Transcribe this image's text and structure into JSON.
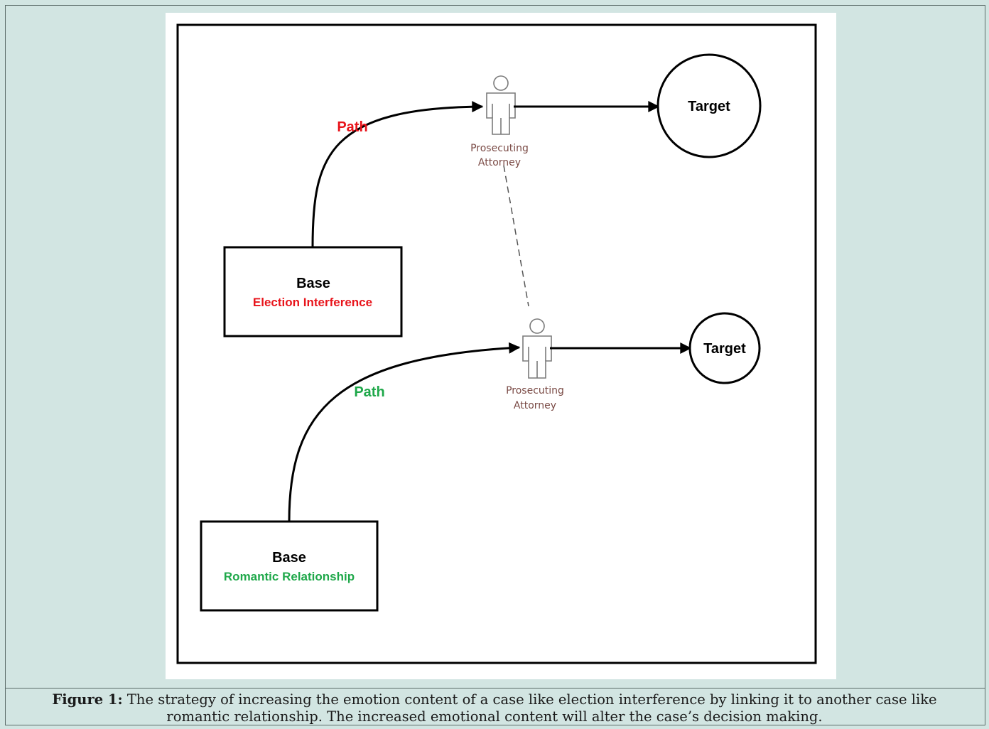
{
  "diagram": {
    "top": {
      "path_label": "Path",
      "attorney_line1": "Prosecuting",
      "attorney_line2": "Attorney",
      "target_label": "Target",
      "base_title": "Base",
      "base_subtitle": "Election Interference",
      "accent_color": "#e8141b"
    },
    "bottom": {
      "path_label": "Path",
      "attorney_line1": "Prosecuting",
      "attorney_line2": "Attorney",
      "target_label": "Target",
      "base_title": "Base",
      "base_subtitle": "Romantic Relationship",
      "accent_color": "#1fa84a"
    }
  },
  "caption": {
    "label": "Figure 1:",
    "text": "The strategy of increasing the emotion content of a case like election interference by linking it to another case like romantic relationship. The increased emotional content will alter the case’s decision making."
  }
}
